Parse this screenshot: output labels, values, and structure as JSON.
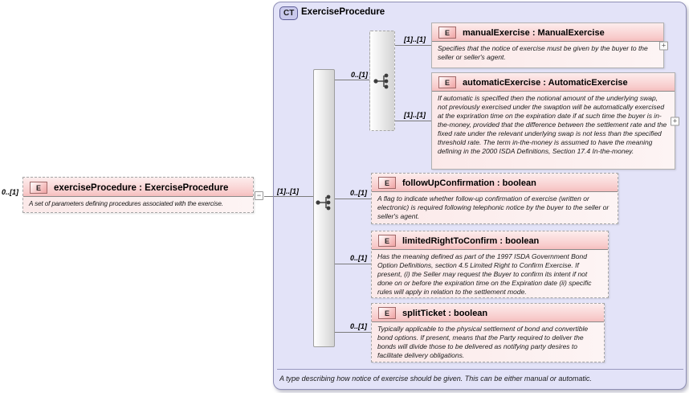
{
  "diagram": {
    "root_element": {
      "cardinality": "0..[1]",
      "badge": "E",
      "title": "exerciseProcedure : ExerciseProcedure",
      "annotation": "A set of parameters defining procedures associated with the exercise."
    },
    "complex_type": {
      "badge": "CT",
      "title": "ExerciseProcedure",
      "annotation": "A type describing how notice of exercise should be given. This can be either manual or automatic."
    },
    "sequence": {
      "cardinality": "[1]..[1]"
    },
    "choice": {
      "cardinality": "0..[1]"
    },
    "icons": {
      "expand": "+",
      "collapse": "−"
    },
    "elements": [
      {
        "badge": "E",
        "title": "manualExercise : ManualExercise",
        "cardinality": "[1]..[1]",
        "annotation": "Specifies that the notice of exercise must be given by the buyer to the seller or seller's agent."
      },
      {
        "badge": "E",
        "title": "automaticExercise : AutomaticExercise",
        "cardinality": "[1]..[1]",
        "annotation": "If automatic is specified then the notional amount of the underlying swap, not previously exercised under the swaption will be automatically exercised at the expriration time on the expiration date if at such time the buyer is in-the-money, provided that the difference between the settlement rate and the fixed rate under the relevant underlying swap is not less than the specified threshold rate. The term in-the-money is assumed to have the meaning defining in the 2000 ISDA Definitions, Section 17.4 In-the-money."
      },
      {
        "badge": "E",
        "title": "followUpConfirmation : boolean",
        "cardinality": "0..[1]",
        "annotation": "A flag to indicate whether follow-up confirmation of exercise (written or electronic) is required following telephonic notice by the buyer to the seller or seller's agent."
      },
      {
        "badge": "E",
        "title": "limitedRightToConfirm : boolean",
        "cardinality": "0..[1]",
        "annotation": "Has the meaning defined as part of the 1997 ISDA Government Bond Option Definitions, section 4.5 Limited Right to Confirm Exercise. If present, (i) the Seller may request the Buyer to confirm its intent if not done on or before the expiration time on the Expiration date (ii) specific rules will apply in relation to the settlement mode."
      },
      {
        "badge": "E",
        "title": "splitTicket : boolean",
        "cardinality": "0..[1]",
        "annotation": "Typically applicable to the physical settlement of bond and convertible bond options. If present, means that the Party required to deliver the bonds will divide those to be delivered as notifying party desires to facilitate delivery obligations."
      }
    ],
    "colors": {
      "container_bg": "#e3e3f8",
      "container_border": "#8f8fb5",
      "element_pink": "#f8cccc",
      "badge_border": "#a06a6a",
      "connector": "#7b7b7b"
    }
  }
}
